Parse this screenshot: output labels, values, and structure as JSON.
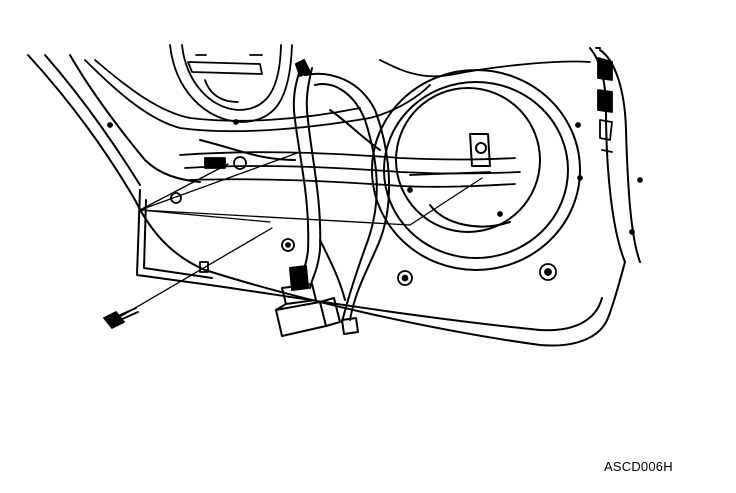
{
  "figure": {
    "code": "ASCD006H",
    "stroke_color": "#000000",
    "background": "#ffffff",
    "parts": [
      "door-panel",
      "window-opening",
      "large-speaker-hole",
      "upper-speaker-hole",
      "window-regulator",
      "wiring-harness",
      "electrical-connector",
      "mounting-bolt",
      "leader-lines"
    ]
  }
}
